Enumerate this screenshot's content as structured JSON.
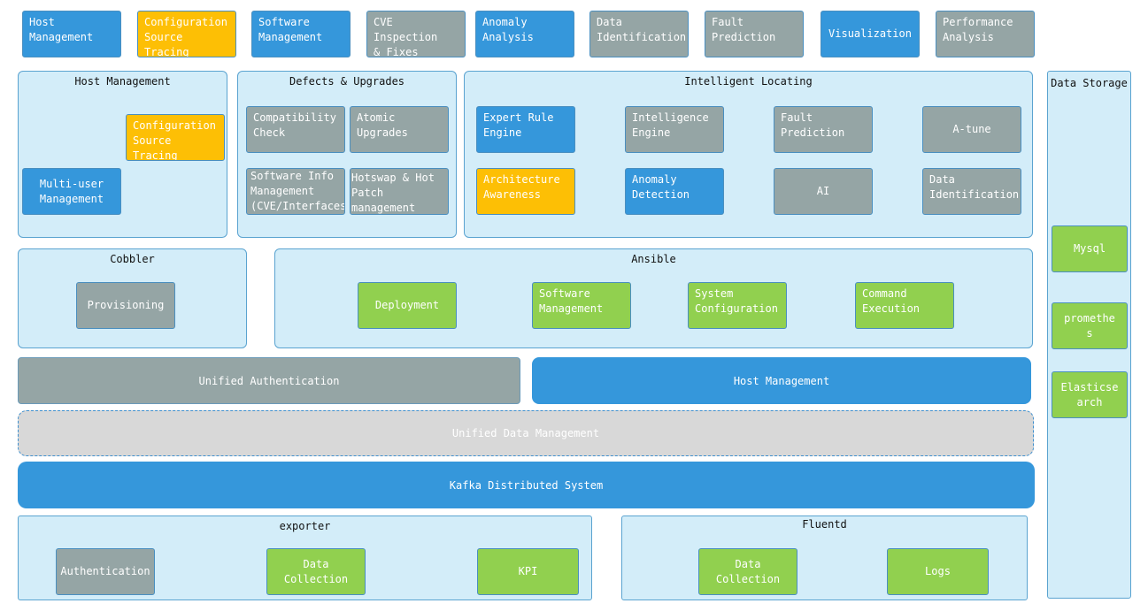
{
  "top_row": [
    "Host\nManagement",
    "Configuration\nSource Tracing",
    "Software\nManagement",
    "CVE Inspection\n& Fixes",
    "Anomaly\nAnalysis",
    "Data\nIdentification",
    "Fault\nPrediction",
    "Visualization",
    "Performance\nAnalysis"
  ],
  "host_mgmt": {
    "title": "Host Management",
    "config": "Configuration\nSource Tracing",
    "multiuser": "Multi-user\nManagement"
  },
  "defects": {
    "title": "Defects & Upgrades",
    "compat": "Compatibility\nCheck",
    "atomic": "Atomic\nUpgrades",
    "swinfo": "Software Info\nManagement\n(CVE/Interfaces)",
    "hotswap": "Hotswap & Hot\nPatch management"
  },
  "intel": {
    "title": "Intelligent Locating",
    "expert": "Expert Rule\nEngine",
    "intel_engine": "Intelligence\nEngine",
    "fault": "Fault\nPrediction",
    "atune": "A-tune",
    "arch": "Architecture\nAwareness",
    "anomaly": "Anomaly\nDetection",
    "ai": "AI",
    "dataid": "Data\nIdentification"
  },
  "cobbler": {
    "title": "Cobbler",
    "provisioning": "Provisioning"
  },
  "ansible": {
    "title": "Ansible",
    "deployment": "Deployment",
    "software": "Software\nManagement",
    "sysconfig": "System\nConfiguration",
    "command": "Command\nExecution"
  },
  "bars": {
    "unified_auth": "Unified Authentication",
    "host_mgmt": "Host Management",
    "unified_data": "Unified Data Management",
    "kafka": "Kafka Distributed System"
  },
  "exporter": {
    "title": "exporter",
    "auth": "Authentication",
    "datacol": "Data Collection",
    "kpi": "KPI"
  },
  "fluentd": {
    "title": "Fluentd",
    "datacol": "Data Collection",
    "logs": "Logs"
  },
  "storage": {
    "title": "Data Storage",
    "mysql": "Mysql",
    "prometheus": "promethe\ns",
    "elastic": "Elasticse\narch"
  },
  "colors": {
    "blue": "#3597db",
    "gray": "#95a5a5",
    "orange": "#fdbf05",
    "green": "#91d04f",
    "panel": "#d3edf9",
    "dashed": "#d8d8d8"
  }
}
